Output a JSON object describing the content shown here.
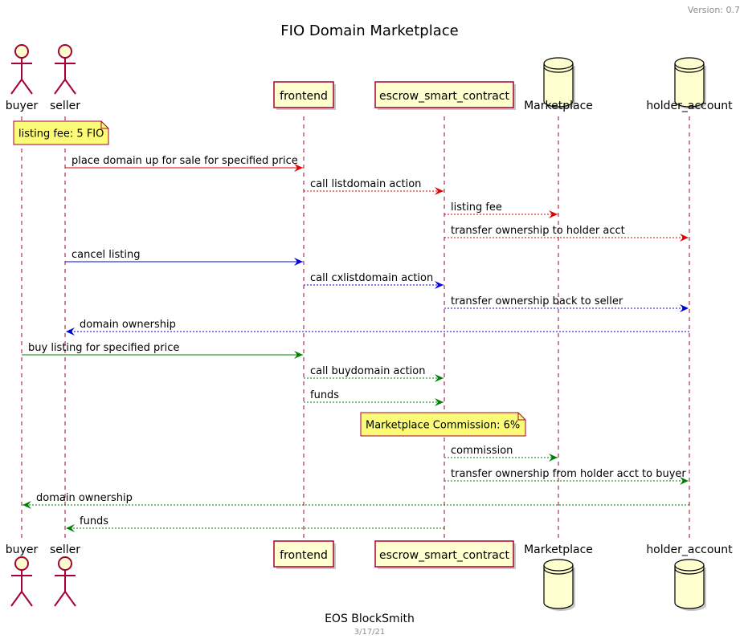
{
  "header": {
    "version": "Version: 0.7"
  },
  "title": "FIO Domain Marketplace",
  "footer": {
    "author": "EOS BlockSmith",
    "date": "3/17/21"
  },
  "participants": [
    {
      "id": "buyer",
      "label": "buyer",
      "kind": "actor"
    },
    {
      "id": "seller",
      "label": "seller",
      "kind": "actor"
    },
    {
      "id": "frontend",
      "label": "frontend",
      "kind": "box"
    },
    {
      "id": "escrow",
      "label": "escrow_smart_contract",
      "kind": "box"
    },
    {
      "id": "marketplace",
      "label": "Marketplace",
      "kind": "database"
    },
    {
      "id": "holder",
      "label": "holder_account",
      "kind": "database"
    }
  ],
  "colors": {
    "list": "#e00000",
    "cancel": "#0000e0",
    "buy": "#008000",
    "lifeline": "#a80036",
    "participant_fill": "#fefece",
    "note_fill": "#fbfb77"
  },
  "notes": {
    "listing_fee": "listing fee: 5 FIO",
    "commission": "Marketplace Commission: 6%"
  },
  "messages": [
    {
      "from": "seller",
      "to": "frontend",
      "label": "place domain up for sale for specified price",
      "color": "list",
      "style": "solid"
    },
    {
      "from": "frontend",
      "to": "escrow",
      "label": "call listdomain action",
      "color": "list",
      "style": "dashed"
    },
    {
      "from": "escrow",
      "to": "marketplace",
      "label": "listing fee",
      "color": "list",
      "style": "dashed"
    },
    {
      "from": "escrow",
      "to": "holder",
      "label": "transfer ownership to holder acct",
      "color": "list",
      "style": "dashed"
    },
    {
      "from": "seller",
      "to": "frontend",
      "label": "cancel listing",
      "color": "cancel",
      "style": "solid"
    },
    {
      "from": "frontend",
      "to": "escrow",
      "label": "call cxlistdomain action",
      "color": "cancel",
      "style": "dashed"
    },
    {
      "from": "escrow",
      "to": "holder",
      "label": "transfer ownership back to seller",
      "color": "cancel",
      "style": "dashed"
    },
    {
      "from": "holder",
      "to": "seller",
      "label": "domain ownership",
      "color": "cancel",
      "style": "dashed"
    },
    {
      "from": "buyer",
      "to": "frontend",
      "label": "buy listing for specified price",
      "color": "buy",
      "style": "solid"
    },
    {
      "from": "frontend",
      "to": "escrow",
      "label": "call buydomain action",
      "color": "buy",
      "style": "dashed"
    },
    {
      "from": "frontend",
      "to": "escrow",
      "label": "funds",
      "color": "buy",
      "style": "dashed"
    },
    {
      "from": "escrow",
      "to": "marketplace",
      "label": "commission",
      "color": "buy",
      "style": "dashed"
    },
    {
      "from": "escrow",
      "to": "holder",
      "label": "transfer ownership from holder acct to buyer",
      "color": "buy",
      "style": "dashed"
    },
    {
      "from": "holder",
      "to": "buyer",
      "label": "domain ownership",
      "color": "buy",
      "style": "dashed"
    },
    {
      "from": "escrow",
      "to": "seller",
      "label": "funds",
      "color": "buy",
      "style": "dashed"
    }
  ]
}
